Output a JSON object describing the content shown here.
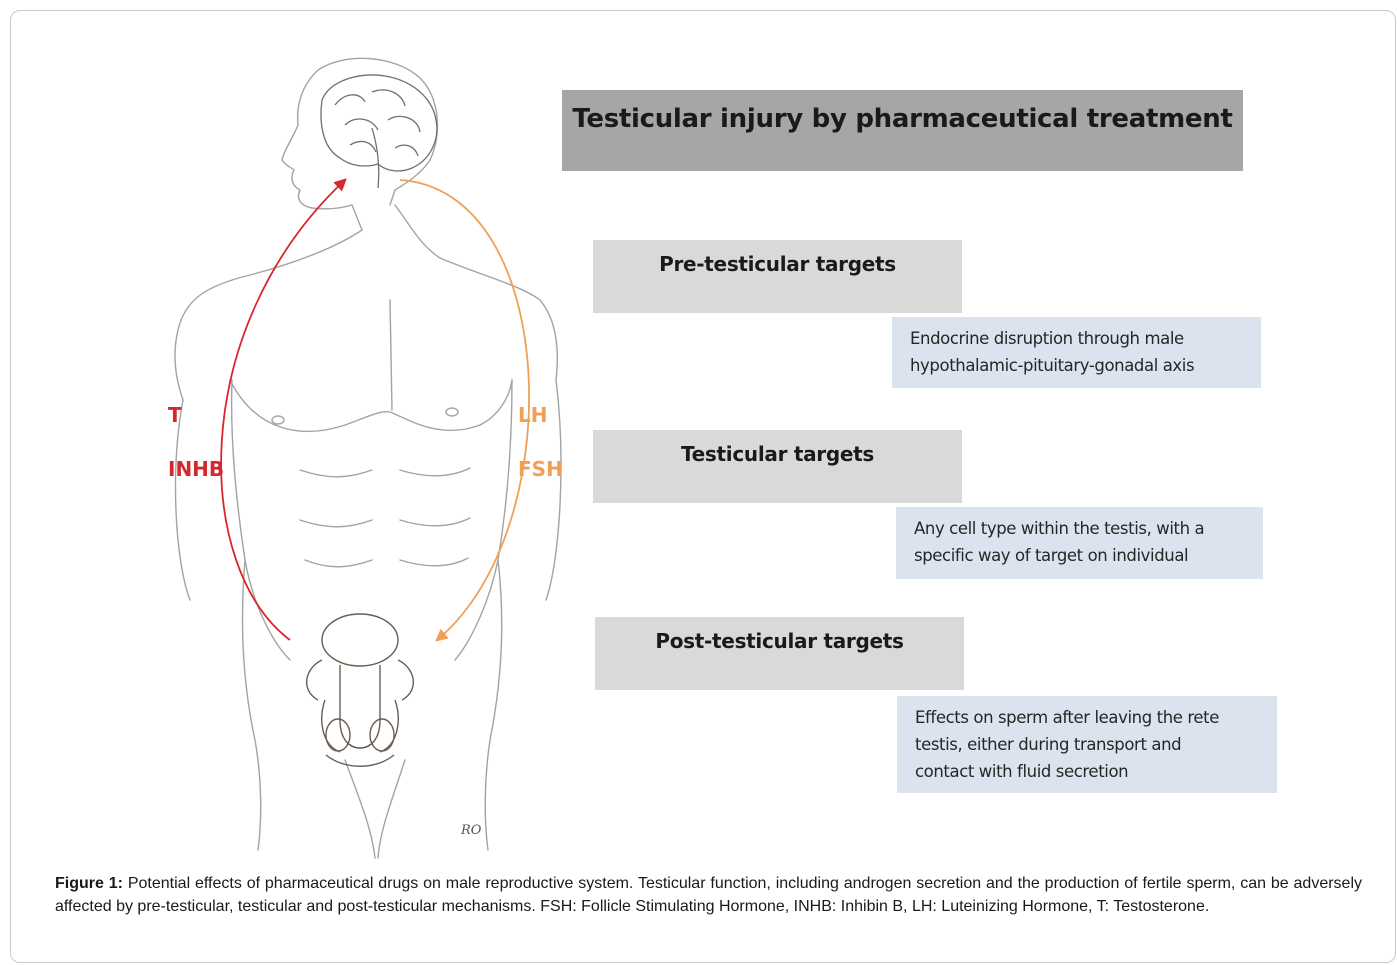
{
  "title": "Testicular injury by pharmaceutical treatment",
  "hormone_labels": {
    "left": [
      "T",
      "INHB"
    ],
    "right": [
      "LH",
      "FSH"
    ],
    "left_color": "#d6282c",
    "right_color": "#f0a054"
  },
  "sections": [
    {
      "title": "Pre-testicular targets",
      "description": [
        "Endocrine disruption through male",
        "hypothalamic-pituitary-gonadal axis"
      ]
    },
    {
      "title": "Testicular targets",
      "description": [
        "Any cell type within the testis, with a",
        "specific way of target on individual"
      ]
    },
    {
      "title": "Post-testicular targets",
      "description": [
        "Effects on sperm after leaving the rete",
        "testis, either during transport and",
        "contact with fluid secretion"
      ]
    }
  ],
  "illustration": {
    "subject": "male-body-sketch-with-brain-and-reproductive-organs",
    "signature": "RO"
  },
  "caption": {
    "label": "Figure 1:",
    "text": "Potential effects of pharmaceutical drugs on male reproductive system. Testicular function, including androgen secretion and the production of fertile sperm, can be adversely affected by pre-testicular, testicular and post-testicular mechanisms. FSH: Follicle Stimulating Hormone, INHB: Inhibin B, LH: Luteinizing Hormone, T: Testosterone."
  },
  "colors": {
    "title_box": "#a6a6a6",
    "section_box": "#d9d9d9",
    "description_box": "#dae3ee",
    "sketch_line": "#9a9a9a"
  }
}
